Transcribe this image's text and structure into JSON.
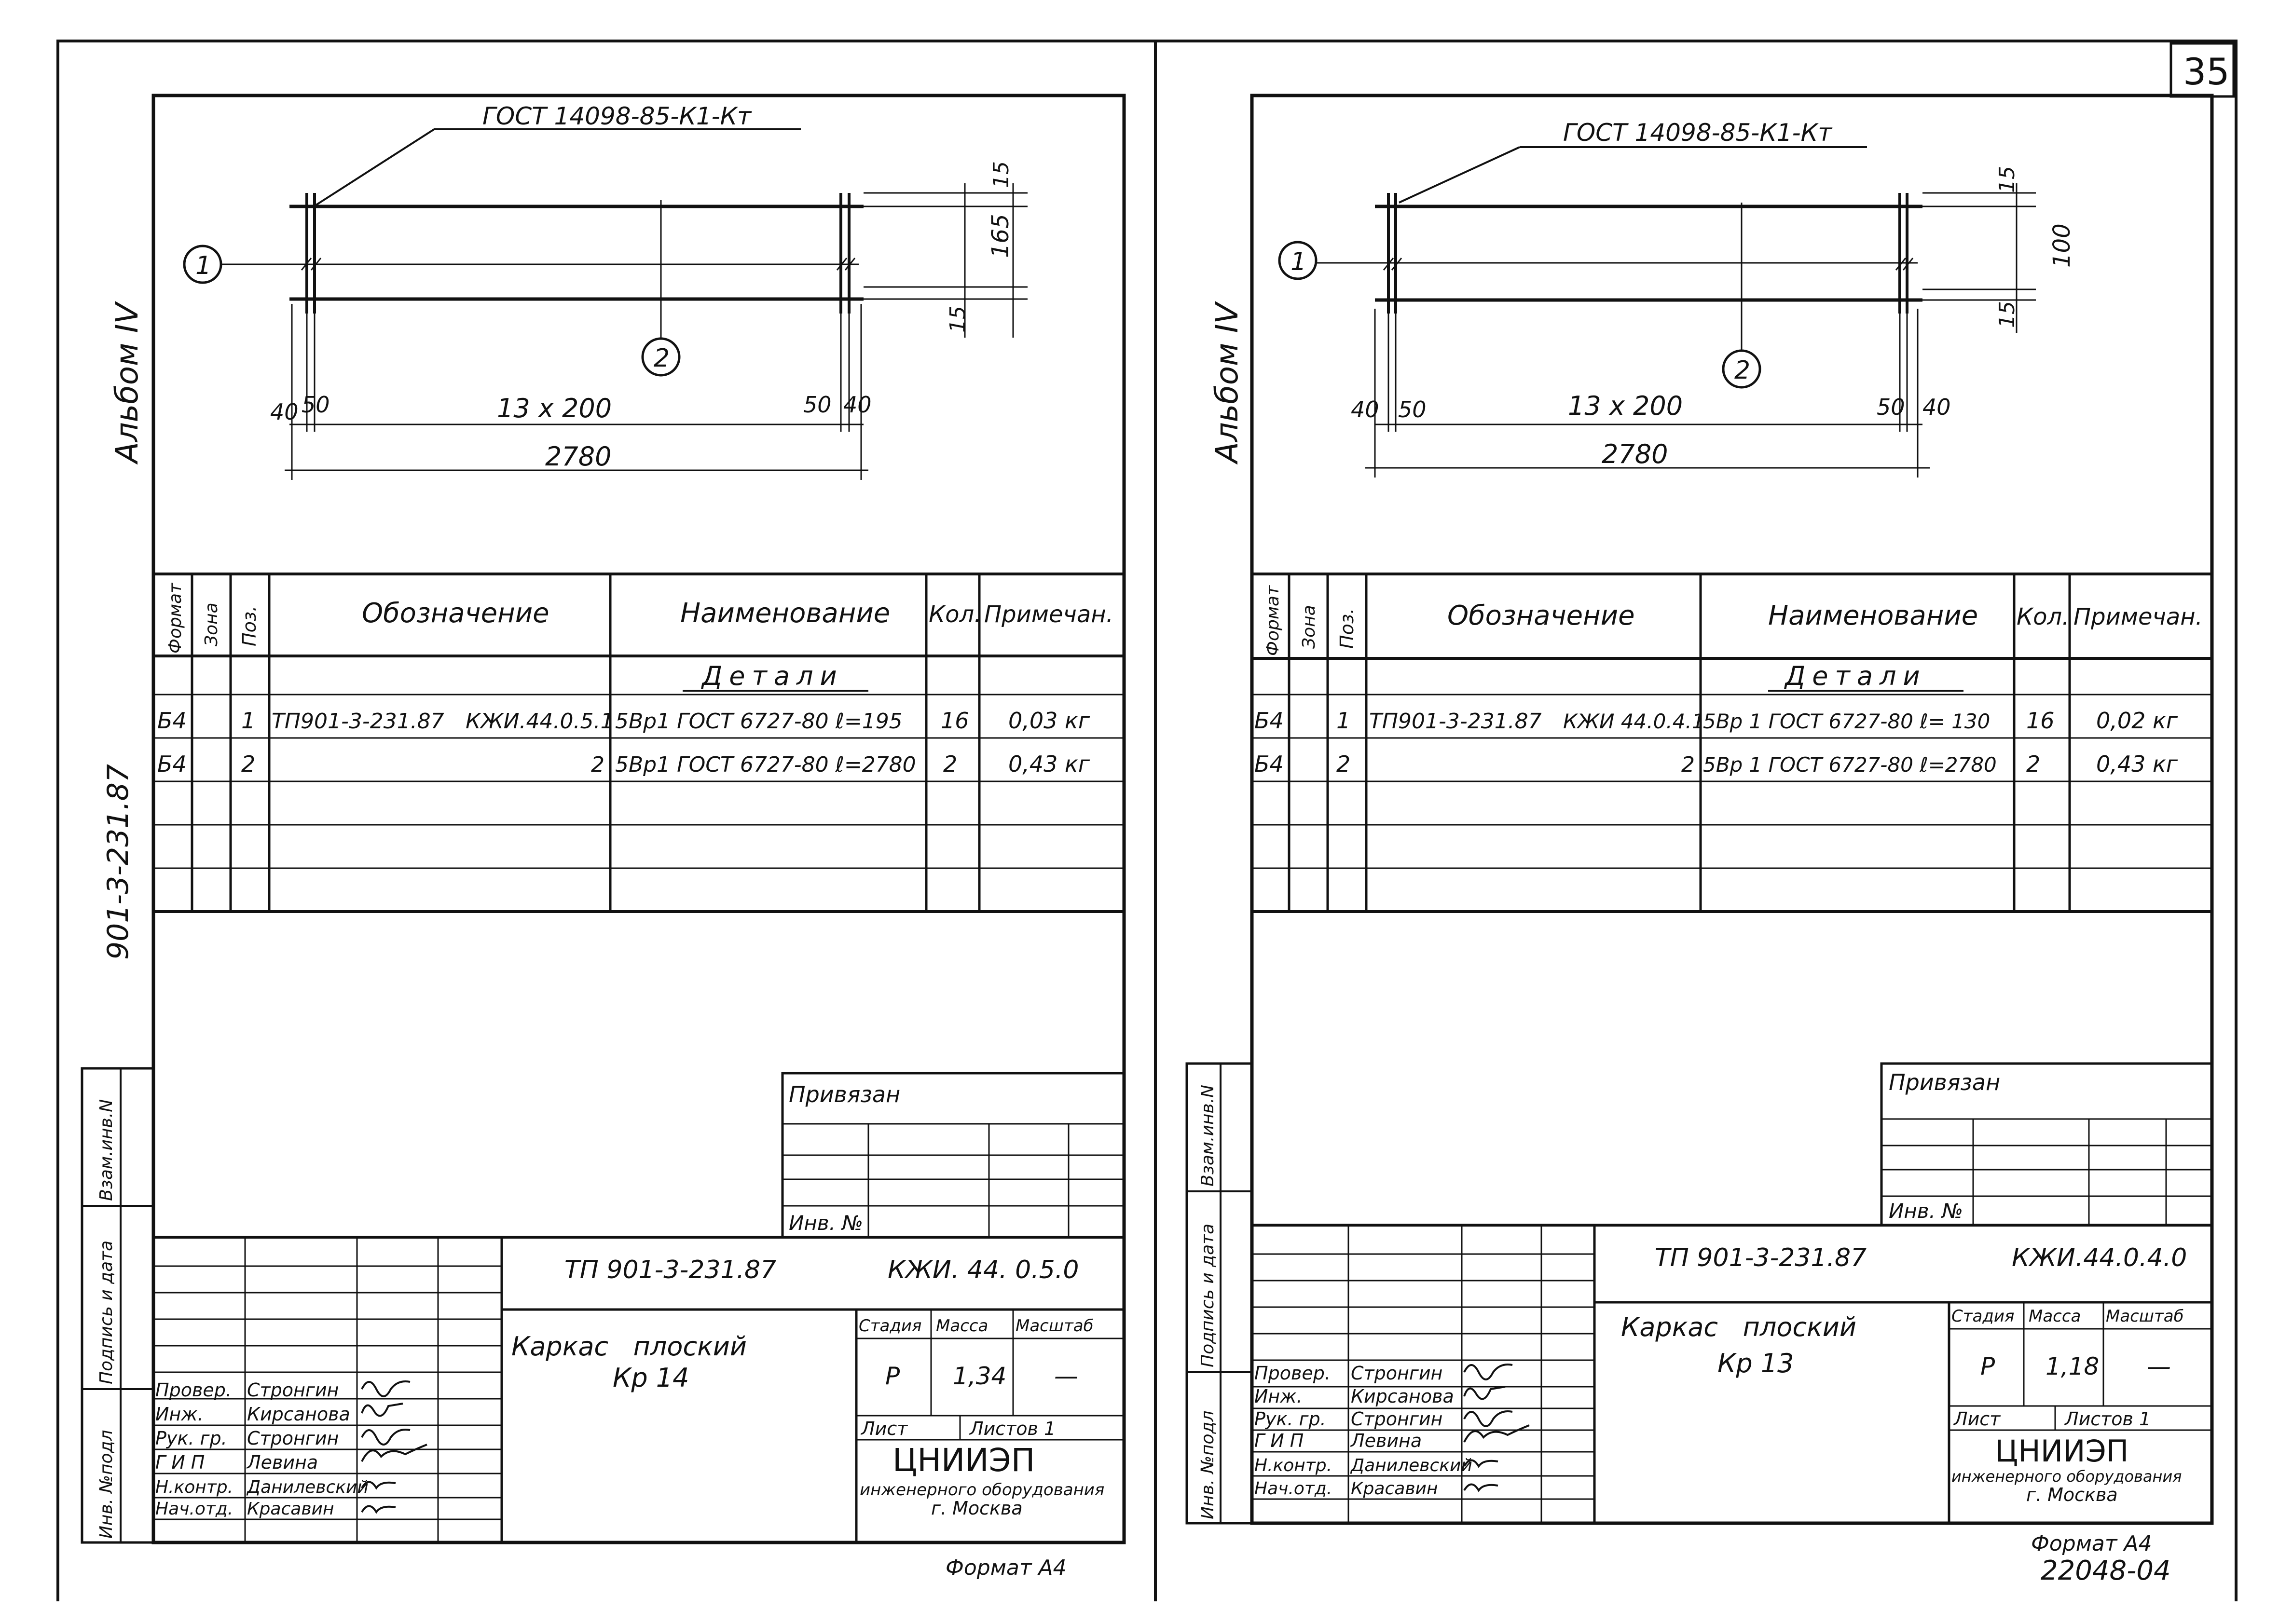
{
  "page_number": "35",
  "archive_number": "22048-04",
  "album_label": "Альбом IV",
  "project_code_vertical": "901-3-231.87",
  "side_stamp": [
    "Инв. №подл",
    "Подпись и дата",
    "Взам.инв.N"
  ],
  "spec_headers": {
    "format": "Формат",
    "zone": "Зона",
    "pos": "Поз.",
    "designation": "Обозначение",
    "name": "Наименование",
    "qty": "Кол.",
    "note": "Примечан."
  },
  "sheets": [
    {
      "id": "left",
      "gost": "ГОСТ 14098-85-К1-Кт",
      "dims": {
        "height": "165",
        "top": "15",
        "bottom": "15",
        "pitch": "13 x 200",
        "edge_left_outer": "40",
        "edge_left_inner": "50",
        "edge_right_inner": "50",
        "edge_right_outer": "40",
        "total": "2780"
      },
      "callouts": [
        "1",
        "2"
      ],
      "section_title": "Детали",
      "rows": [
        {
          "format": "Б4",
          "zone": "",
          "pos": "1",
          "designation": "ТП901-3-231.87",
          "designation_code": "КЖИ.44.0.5.1",
          "name": "5Вр1  ГОСТ 6727-80  ℓ=195",
          "qty": "16",
          "note": "0,03 кг"
        },
        {
          "format": "Б4",
          "zone": "",
          "pos": "2",
          "designation": "",
          "designation_code": "2",
          "name": "5Вр1  ГОСТ 6727-80  ℓ=2780",
          "qty": "2",
          "note": "0,43 кг"
        }
      ],
      "attached": "Привязан",
      "inv_no": "Инв. №",
      "doc_code": "ТП 901-3-231.87",
      "doc_mark": "КЖИ. 44. 0.5.0",
      "title_line1": "Каркас   плоский",
      "title_line2": "Кр 14",
      "stage_label": "Стадия",
      "mass_label": "Масса",
      "scale_label": "Масштаб",
      "stage": "Р",
      "mass": "1,34",
      "scale": "—",
      "sheet_label": "Лист",
      "sheets_label": "Листов 1",
      "org": "ЦНИИЭП",
      "org_sub1": "инженерного оборудования",
      "org_sub2": "г. Москва",
      "format_label": "Формат А4",
      "staff": [
        {
          "role": "Провер.",
          "name": "Стронгин"
        },
        {
          "role": "Инж.",
          "name": "Кирсанова"
        },
        {
          "role": "Рук. гр.",
          "name": "Стронгин"
        },
        {
          "role": "Г И П",
          "name": "Левина"
        },
        {
          "role": "Н.контр.",
          "name": "Данилевский"
        },
        {
          "role": "Нач.отд.",
          "name": "Красавин"
        }
      ]
    },
    {
      "id": "right",
      "gost": "ГОСТ 14098-85-К1-Кт",
      "dims": {
        "height": "100",
        "top": "15",
        "bottom": "15",
        "pitch": "13 x 200",
        "edge_left_outer": "40",
        "edge_left_inner": "50",
        "edge_right_inner": "50",
        "edge_right_outer": "40",
        "total": "2780"
      },
      "callouts": [
        "1",
        "2"
      ],
      "section_title": "Детали",
      "rows": [
        {
          "format": "Б4",
          "zone": "",
          "pos": "1",
          "designation": "ТП901-3-231.87",
          "designation_code": "КЖИ 44.0.4.1",
          "name": "5Вр 1  ГОСТ 6727-80  ℓ= 130",
          "qty": "16",
          "note": "0,02 кг"
        },
        {
          "format": "Б4",
          "zone": "",
          "pos": "2",
          "designation": "",
          "designation_code": "2",
          "name": "5Вр 1  ГОСТ 6727-80  ℓ=2780",
          "qty": "2",
          "note": "0,43 кг"
        }
      ],
      "attached": "Привязан",
      "inv_no": "Инв. №",
      "doc_code": "ТП 901-3-231.87",
      "doc_mark": "КЖИ.44.0.4.0",
      "title_line1": "Каркас   плоский",
      "title_line2": "Кр 13",
      "stage_label": "Стадия",
      "mass_label": "Масса",
      "scale_label": "Масштаб",
      "stage": "Р",
      "mass": "1,18",
      "scale": "—",
      "sheet_label": "Лист",
      "sheets_label": "Листов 1",
      "org": "ЦНИИЭП",
      "org_sub1": "инженерного оборудования",
      "org_sub2": "г. Москва",
      "format_label": "Формат А4",
      "staff": [
        {
          "role": "Провер.",
          "name": "Стронгин"
        },
        {
          "role": "Инж.",
          "name": "Кирсанова"
        },
        {
          "role": "Рук. гр.",
          "name": "Стронгин"
        },
        {
          "role": "Г И П",
          "name": "Левина"
        },
        {
          "role": "Н.контр.",
          "name": "Данилевский"
        },
        {
          "role": "Нач.отд.",
          "name": "Красавин"
        }
      ]
    }
  ]
}
